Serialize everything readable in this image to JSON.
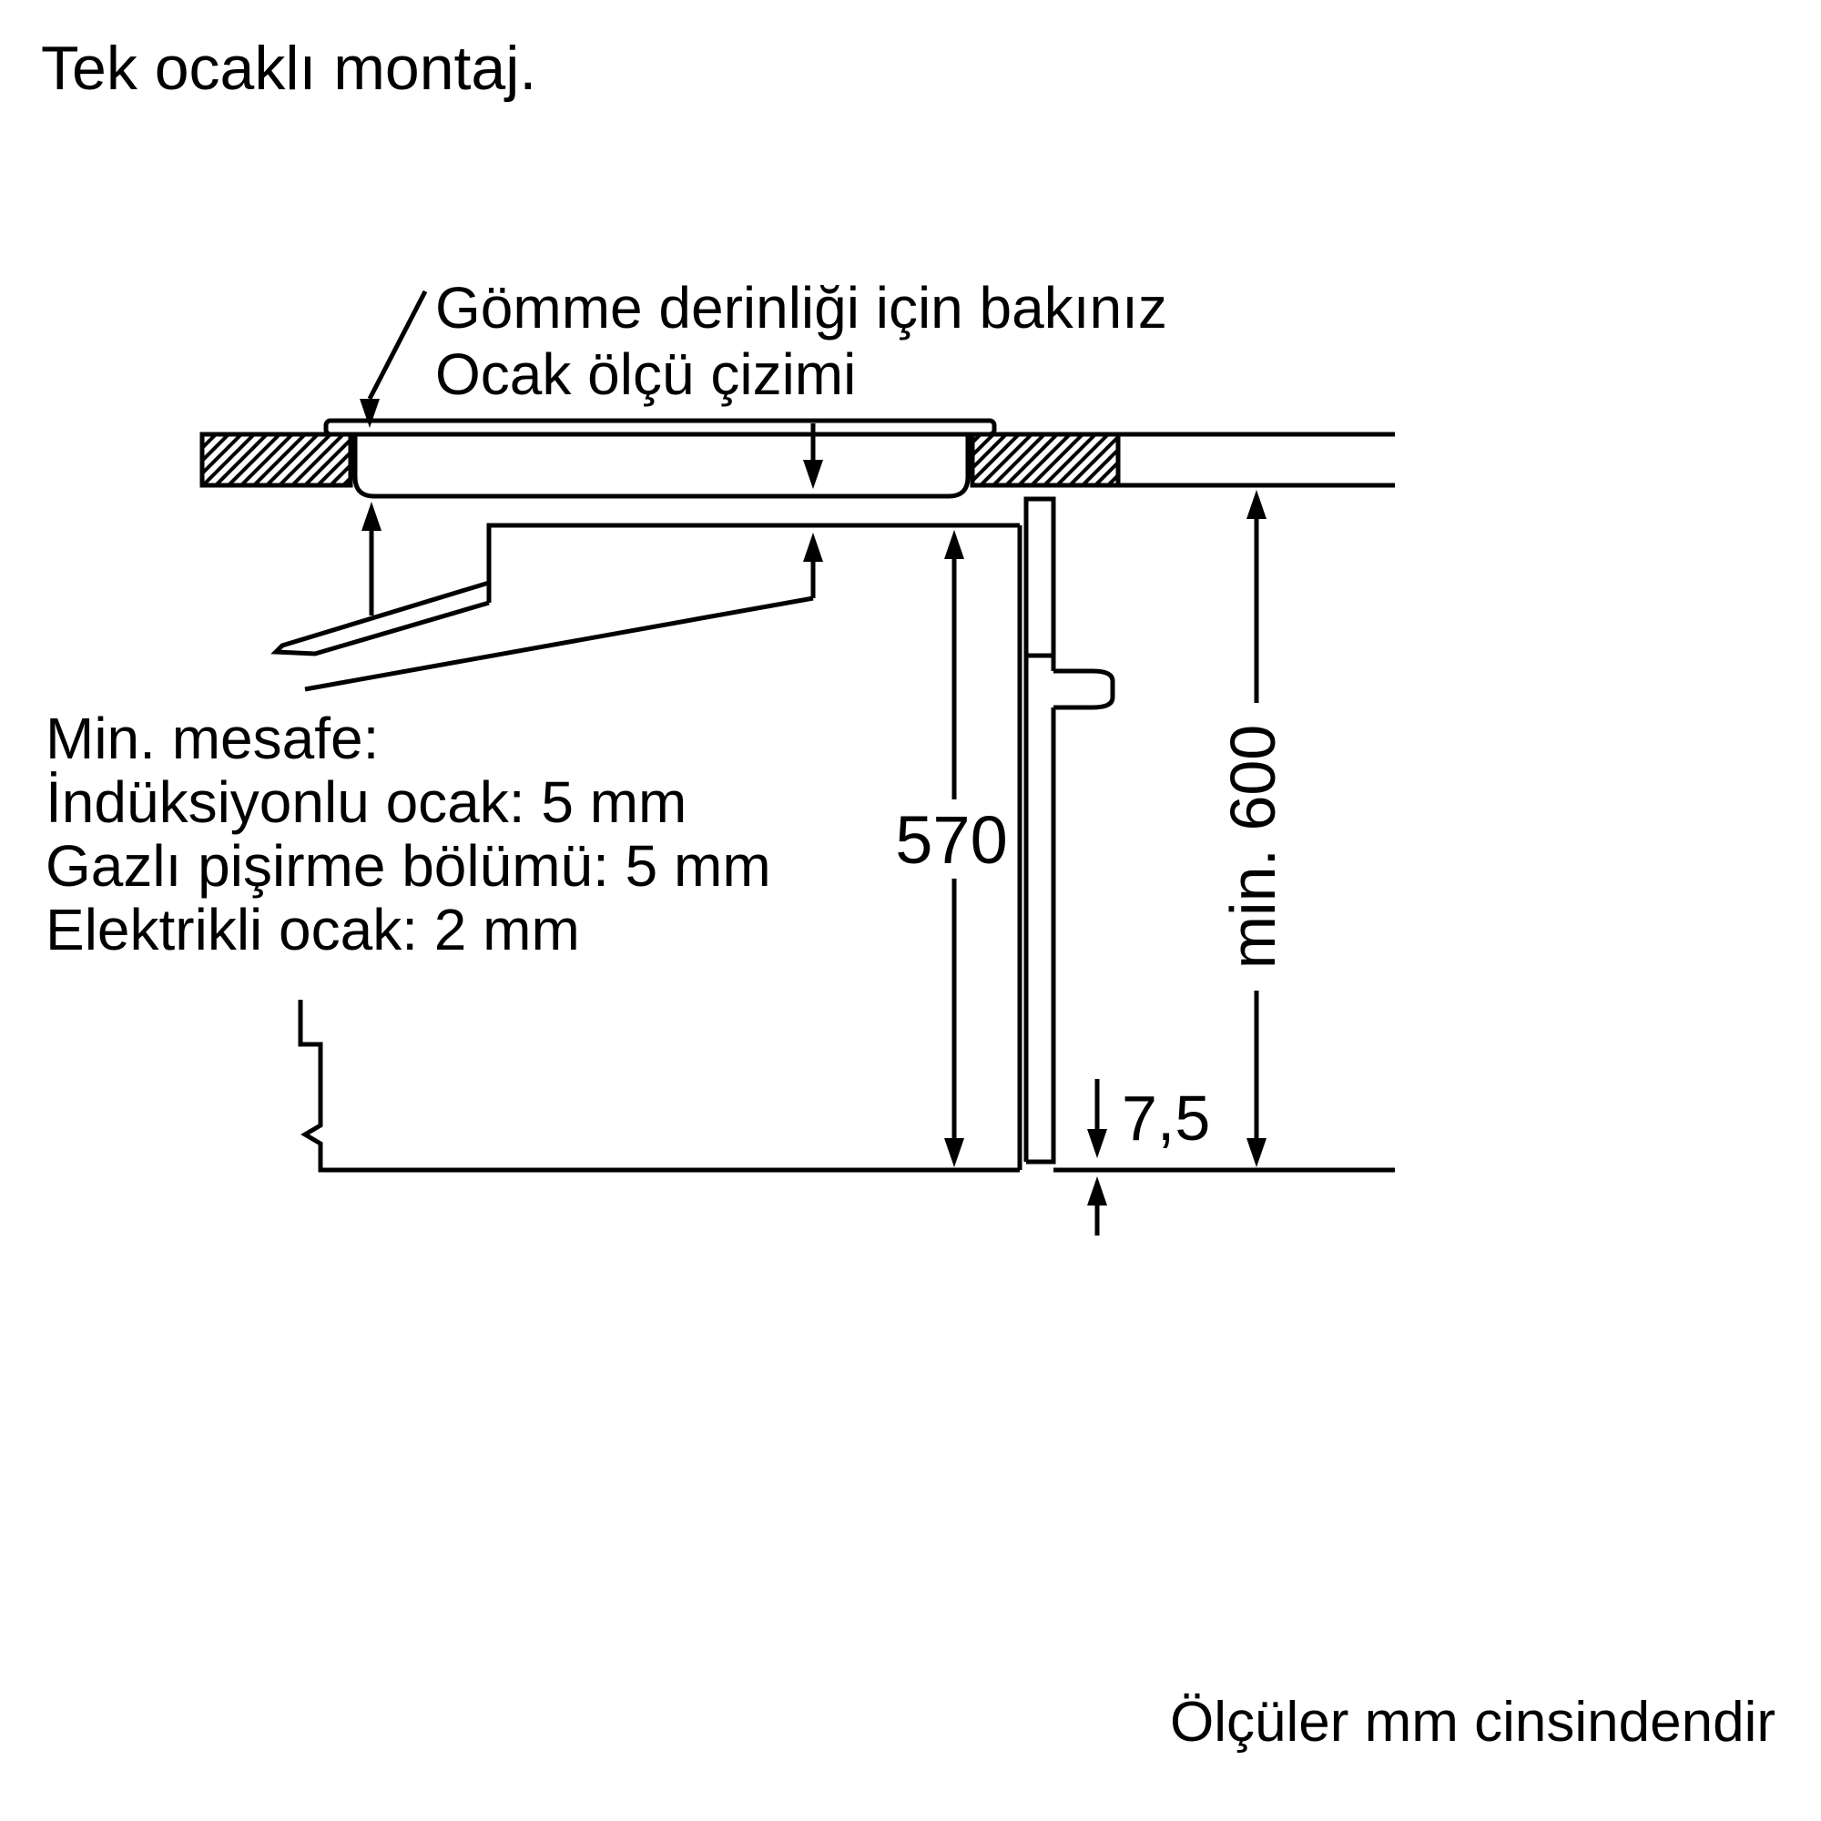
{
  "page": {
    "title": "Tek ocaklı montaj.",
    "footer": "Ölçüler mm cinsindendir"
  },
  "callouts": {
    "embed_depth": {
      "line1": "Gömme derinliği için bakınız",
      "line2": "Ocak ölçü çizimi"
    },
    "min_distance": {
      "heading": "Min. mesafe:",
      "induction": "İndüksiyonlu ocak: 5 mm",
      "gas": "Gazlı pişirme bölümü: 5 mm",
      "electric": "Elektrikli ocak: 2 mm"
    }
  },
  "dimensions": {
    "oven_niche_height": "570",
    "min_height": "min. 600",
    "bottom_gap": "7,5"
  },
  "colors": {
    "line": "#000000",
    "background": "#ffffff"
  }
}
